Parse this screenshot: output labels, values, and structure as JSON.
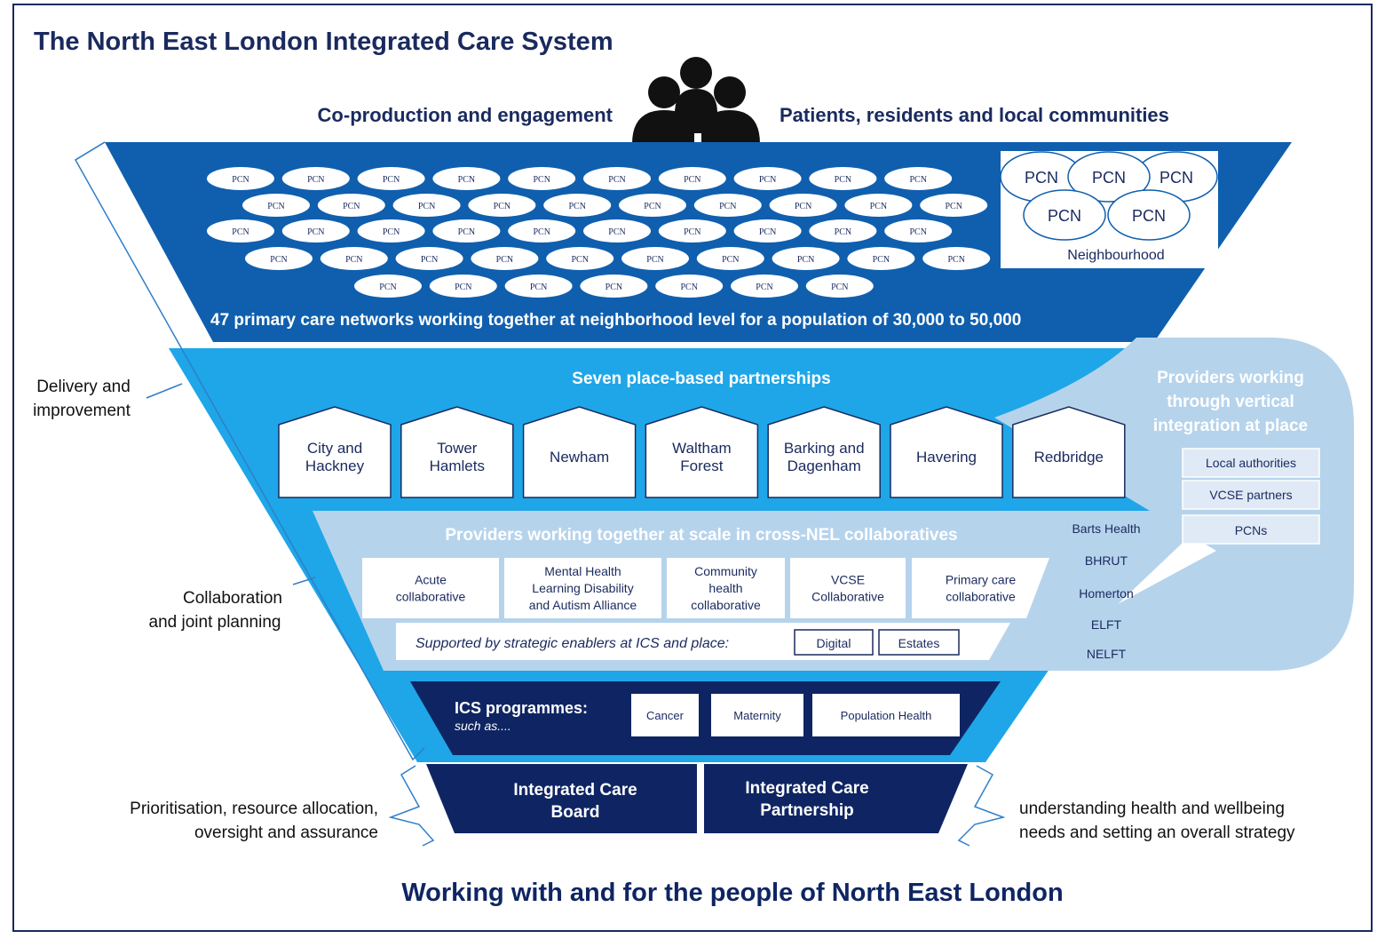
{
  "title": "The North East London Integrated Care System",
  "footer": "Working with and for the people of North East London",
  "top": {
    "left_label": "Co-production and engagement",
    "right_label": "Patients, residents and local communities",
    "people_icon": "people-group-icon"
  },
  "pcn_tier": {
    "pcn_label": "PCN",
    "pcn_rows": [
      10,
      10,
      10,
      10,
      7
    ],
    "neighbourhood": {
      "pcns": [
        "PCN",
        "PCN",
        "PCN",
        "PCN",
        "PCN"
      ],
      "label": "Neighbourhood"
    },
    "caption": "47 primary care networks working together at neighborhood level for a population of 30,000 to 50,000"
  },
  "place_tier": {
    "heading": "Seven place-based partnerships",
    "places": [
      [
        "City and",
        "Hackney"
      ],
      [
        "Tower",
        "Hamlets"
      ],
      [
        "Newham"
      ],
      [
        "Waltham",
        "Forest"
      ],
      [
        "Barking and",
        "Dagenham"
      ],
      [
        "Havering"
      ],
      [
        "Redbridge"
      ]
    ]
  },
  "vertical": {
    "heading": [
      "Providers working",
      "through vertical",
      "integration at place"
    ],
    "boxes": [
      "Local authorities",
      "VCSE partners",
      "PCNs"
    ],
    "providers": [
      "Barts Health",
      "BHRUT",
      "Homerton",
      "ELFT",
      "NELFT"
    ]
  },
  "collab_tier": {
    "heading": "Providers working together at scale in cross-NEL collaboratives",
    "collaboratives": [
      [
        "Acute",
        "collaborative"
      ],
      [
        "Mental Health",
        "Learning Disability",
        "and Autism Alliance"
      ],
      [
        "Community",
        "health",
        "collaborative"
      ],
      [
        "VCSE",
        "Collaborative"
      ],
      [
        "Primary care",
        "collaborative"
      ]
    ],
    "enablers_label": "Supported by strategic enablers at ICS and place:",
    "enablers": [
      "Digital",
      "Estates"
    ]
  },
  "programmes": {
    "label": "ICS programmes:",
    "sublabel": "such as....",
    "items": [
      "Cancer",
      "Maternity",
      "Population Health"
    ]
  },
  "governance": {
    "board": [
      "Integrated Care",
      "Board"
    ],
    "partnership": [
      "Integrated Care",
      "Partnership"
    ]
  },
  "side_labels": {
    "delivery": [
      "Delivery and",
      "improvement"
    ],
    "collaboration": [
      "Collaboration",
      "and joint planning"
    ],
    "prioritisation": [
      "Prioritisation, resource allocation,",
      "oversight and assurance"
    ],
    "understanding": [
      "understanding health and wellbeing",
      "needs and setting an overall strategy"
    ]
  },
  "colors": {
    "dark_blue": "#0f5fae",
    "mid_blue": "#1ea6e8",
    "light_blue": "#b6d3ec",
    "navy": "#0f2563",
    "title_text": "#1a2a5e"
  }
}
